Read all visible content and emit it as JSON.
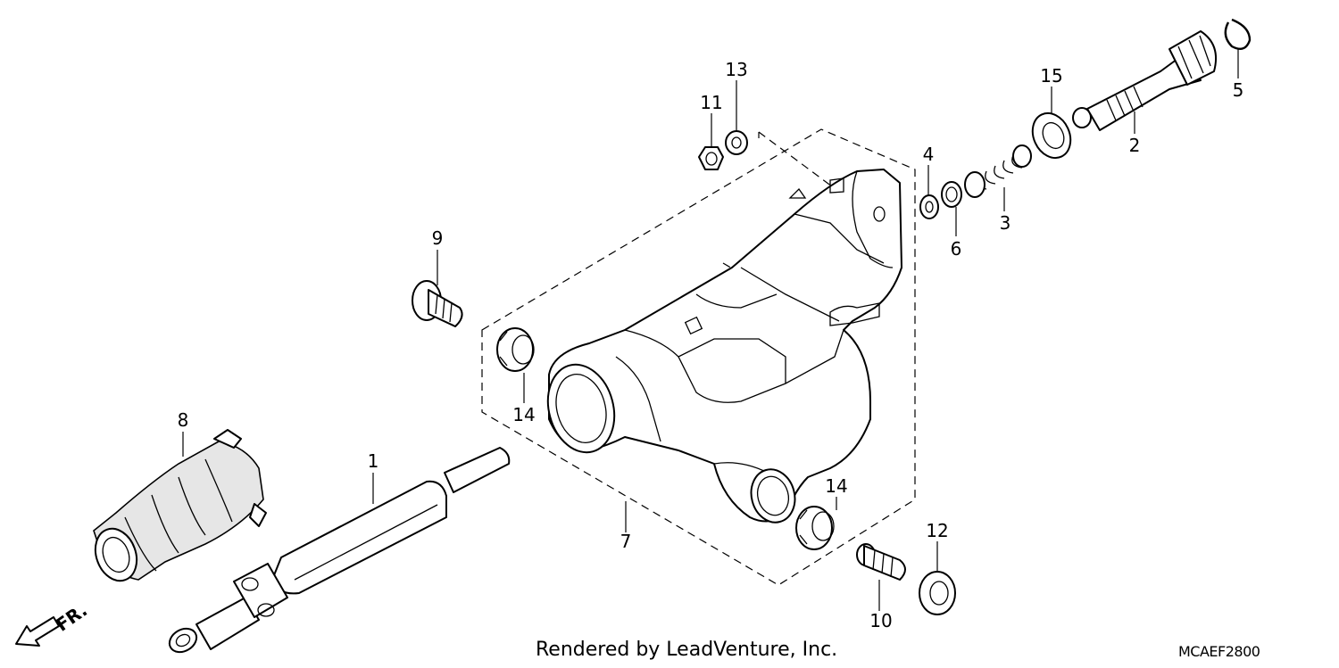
{
  "diagram": {
    "callouts": [
      "1",
      "2",
      "3",
      "4",
      "5",
      "6",
      "7",
      "8",
      "9",
      "10",
      "11",
      "12",
      "13",
      "14",
      "15"
    ],
    "callout_14_second": "14",
    "front_marker": "FR."
  },
  "footer": {
    "credit": "Rendered by LeadVenture, Inc.",
    "diagram_code": "MCAEF2800"
  }
}
